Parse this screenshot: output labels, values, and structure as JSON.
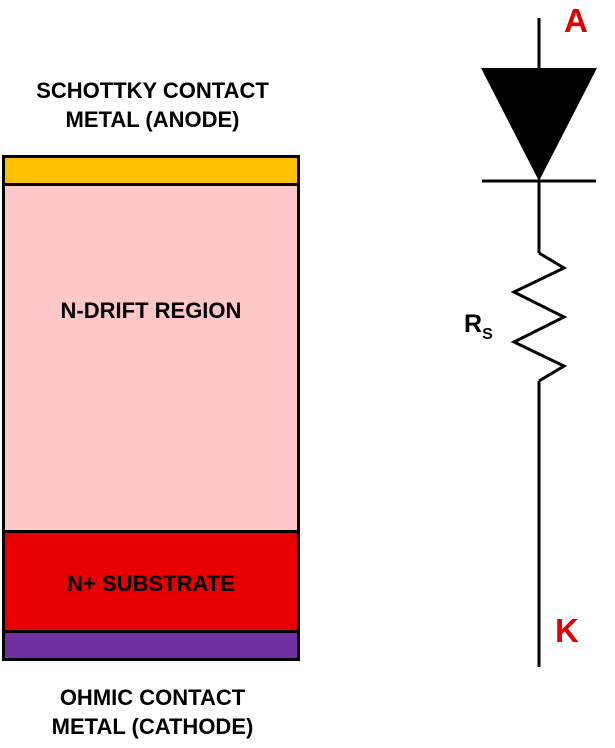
{
  "layers": {
    "anode_label_line1": "SCHOTTKY CONTACT",
    "anode_label_line2": "METAL (ANODE)",
    "drift_label": "N-DRIFT REGION",
    "substrate_label": "N+ SUBSTRATE",
    "cathode_label_line1": "OHMIC CONTACT",
    "cathode_label_line2": "METAL (CATHODE)"
  },
  "colors": {
    "anode_metal": "#ffc000",
    "drift": "#ffc7c7",
    "substrate": "#e60000",
    "cathode_metal": "#7030a0",
    "terminal_text": "#e30000"
  },
  "schematic": {
    "anode_terminal": "A",
    "cathode_terminal": "K",
    "resistor_label": "R",
    "resistor_subscript": "S"
  }
}
